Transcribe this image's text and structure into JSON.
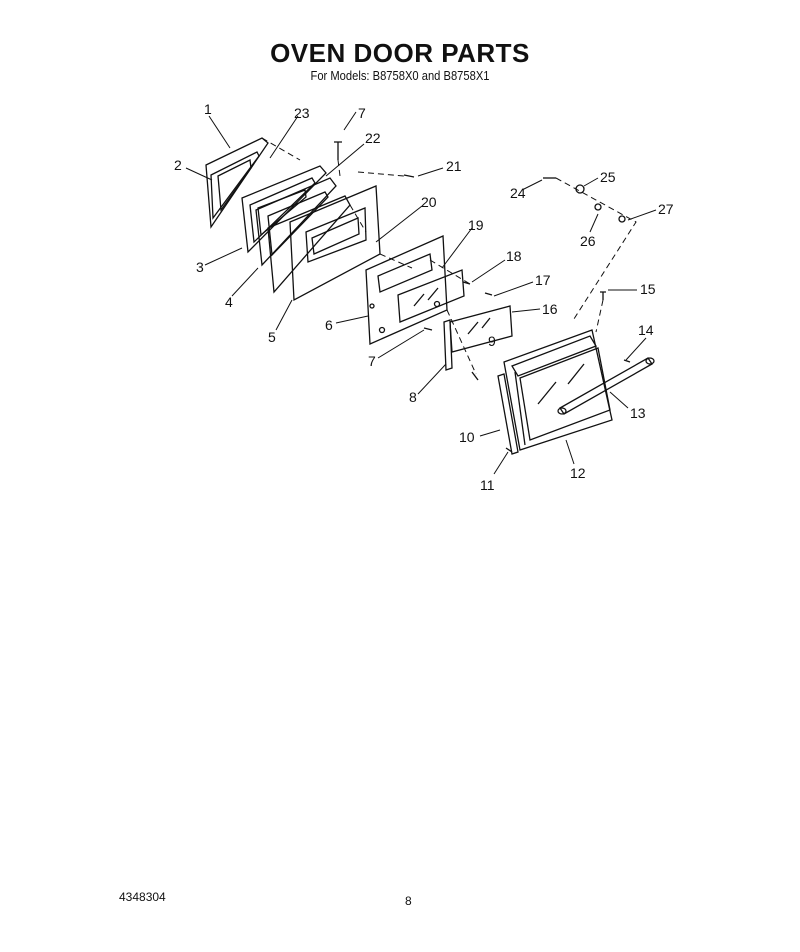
{
  "header": {
    "title": "OVEN DOOR PARTS",
    "subtitle": "For Models: B8758X0 and B8758X1"
  },
  "footer": {
    "part_number": "4348304",
    "page_number": "8"
  },
  "callouts": [
    "1",
    "2",
    "3",
    "4",
    "5",
    "6",
    "7",
    "7",
    "8",
    "9",
    "10",
    "11",
    "12",
    "13",
    "14",
    "15",
    "16",
    "17",
    "18",
    "19",
    "20",
    "21",
    "22",
    "23",
    "24",
    "25",
    "26",
    "27"
  ]
}
